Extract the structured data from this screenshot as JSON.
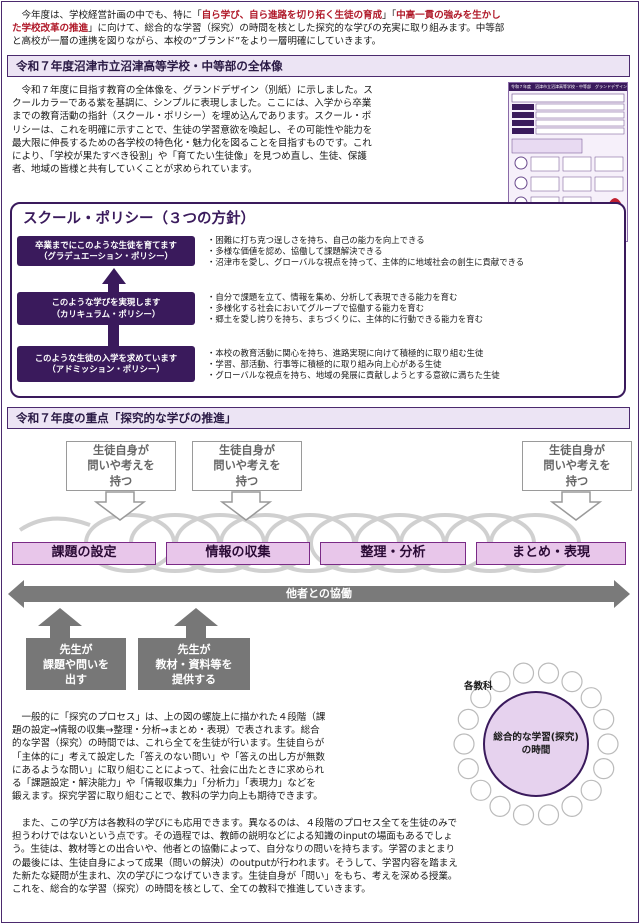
{
  "intro": {
    "l1a": "　今年度は、学校経営計画の中でも、特に「",
    "l1b": "自ら学び、自ら進路を切り拓く生徒の育成",
    "l1c": "」「",
    "l1d": "中高一貫の強みを生かし",
    "l2a": "た学校改革の推進",
    "l2b": "」に向けて、総合的な学習（探究）の時間を核とした探究的な学びの充実に取り組みます。中等部",
    "l3": "と高校が一層の連携を図りながら、本校の“ブランド”をより一層明確にしていきます。"
  },
  "sec1": {
    "title": "令和７年度沼津市立沼津高等学校・中等部の全体像",
    "lines": [
      "　令和７年度に目指す教育の全体像を、グランドデザイン（別紙）に示しました。ス",
      "クールカラーである紫を基調に、シンプルに表現しました。ここには、入学から卒業",
      "までの教育活動の指針（スクール・ポリシー）を埋め込んであります。スクール・ポ",
      "リシーは、これを明確に示すことで、生徒の学習意欲を喚起し、その可能性や能力を",
      "最大限に伸長するための各学校の特色化・魅力化を図ることを目指すものです。これ",
      "により、「学校が果たすべき役割」や「育てたい生徒像」を見つめ直し、生徒、保護",
      "者、地域の皆様と共有していくことが求められています。"
    ]
  },
  "policy": {
    "title": "スクール・ポリシー（３つの方針）",
    "items": [
      {
        "line1": "卒業までにこのような生徒を育てます",
        "line2": "（グラデュエーション・ポリシー）",
        "points": [
          "・困難に打ち克つ逞しさを持ち、自己の能力を向上できる",
          "・多様な価値を認め、協働して課題解決できる",
          "・沼津市を愛し、グローバルな視点を持って、主体的に地域社会の創生に貢献できる"
        ]
      },
      {
        "line1": "このような学びを実現します",
        "line2": "（カリキュラム・ポリシー）",
        "points": [
          "・自分で課題を立て、情報を集め、分析して表現できる能力を育む",
          "・多様化する社会においてグループで協働する能力を育む",
          "・郷土を愛し誇りを持ち、まちづくりに、主体的に行動できる能力を育む"
        ]
      },
      {
        "line1": "このような生徒の入学を求めています",
        "line2": "（アドミッション・ポリシー）",
        "points": [
          "・本校の教育活動に関心を持ち、進路実現に向けて積極的に取り組む生徒",
          "・学習、部活動、行事等に積極的に取り組み向上心がある生徒",
          "・グローバルな視点を持ち、地域の発展に貢献しようとする意欲に満ちた生徒"
        ]
      }
    ]
  },
  "sec2": {
    "title": "令和７年度の重点「探究的な学びの推進」",
    "student_box": {
      "l1": "生徒自身が",
      "l2": "問いや考えを",
      "l3": "持つ"
    },
    "phases": [
      "課題の設定",
      "情報の収集",
      "整理・分析",
      "まとめ・表現"
    ],
    "collab": "他者との協働",
    "teacher1": {
      "l1": "先生が",
      "l2": "課題や問いを",
      "l3": "出す"
    },
    "teacher2": {
      "l1": "先生が",
      "l2": "教材・資料等を",
      "l3": "提供する"
    },
    "circle_outer": "各教科",
    "circle_inner1": "総合的な学習(探究)",
    "circle_inner2": "の時間"
  },
  "body1": [
    "　一般的に「探究のプロセス」は、上の図の螺旋上に描かれた４段階（課",
    "題の設定→情報の収集→整理・分析→まとめ・表現）で表されます。総合",
    "的な学習（探究）の時間では、これら全てを生徒が行います。生徒自らが",
    "「主体的に」考えて設定した「答えのない問い」や「答えの出し方が無数",
    "にあるような問い」に取り組むことによって、社会に出たときに求められ",
    "る「課題設定・解決能力」や「情報収集力」「分析力」「表現力」などを",
    "鍛えます。探究学習に取り組むことで、教科の学力向上も期待できます。"
  ],
  "body2": [
    "　また、この学び方は各教科の学びにも応用できます。異なるのは、４段階のプロセス全てを生徒のみで",
    "担うわけではないという点です。その過程では、教師の説明などによる知識のinputの場面もあるでしょ",
    "う。生徒は、教材等との出合いや、他者との協働によって、自分なりの問いを持ちます。学習のまとまり",
    "の最後には、生徒自身によって成果（問いの解決）のoutputが行われます。そうして、学習内容を踏まえ",
    "た新たな疑問が生まれ、次の学びにつなげていきます。生徒自身が「問い」をもち、考えを深める授業。",
    "これを、総合的な学習（探究）の時間を核として、全ての教科で推進していきます。"
  ],
  "thumb": {
    "title": "令和７年度　沼津市立沼津高等学校・中等部　グランドデザイン"
  },
  "colors": {
    "purple": "#3a1a5c",
    "phase_fill": "#e8c6ea",
    "accent_red": "#b01a2a",
    "gray": "#777777"
  }
}
